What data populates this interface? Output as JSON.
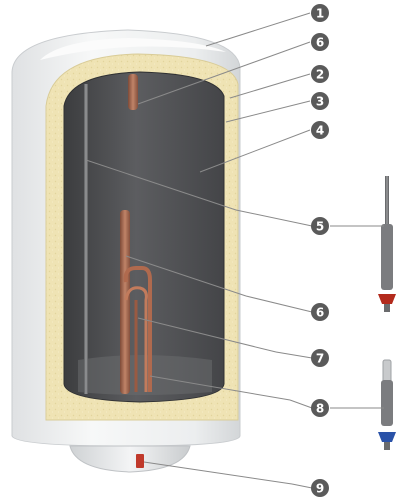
{
  "diagram": {
    "callouts": [
      {
        "id": "c1",
        "number": "1"
      },
      {
        "id": "c6a",
        "number": "6"
      },
      {
        "id": "c2",
        "number": "2"
      },
      {
        "id": "c3",
        "number": "3"
      },
      {
        "id": "c4",
        "number": "4"
      },
      {
        "id": "c5",
        "number": "5"
      },
      {
        "id": "c6b",
        "number": "6"
      },
      {
        "id": "c7",
        "number": "7"
      },
      {
        "id": "c8",
        "number": "8"
      },
      {
        "id": "c9",
        "number": "9"
      }
    ],
    "colors": {
      "badge": "#5a5a5a",
      "leader": "#8a8a8a",
      "shell": "#f1f2f2",
      "insulation": "#efe3b4",
      "tank": "#4d4e50",
      "copper": "#a26550",
      "anode_red": "#b32a1c",
      "anode_blue": "#2a52a8"
    }
  }
}
